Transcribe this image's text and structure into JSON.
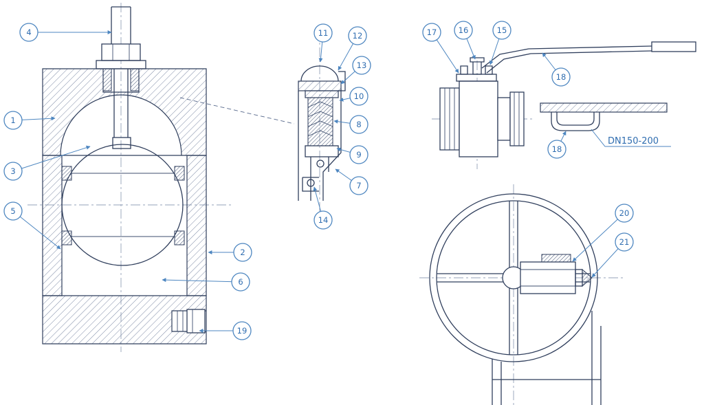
{
  "colors": {
    "line": "#2f3e5c",
    "hatch": "#5a6b8c",
    "centerline": "#93a1b8",
    "callout_stroke": "#4d86c0",
    "callout_text": "#2f6db0",
    "background": "#ffffff"
  },
  "callouts": {
    "c1": "1",
    "c2": "2",
    "c3": "3",
    "c4": "4",
    "c5": "5",
    "c6": "6",
    "c7": "7",
    "c8": "8",
    "c9": "9",
    "c10": "10",
    "c11": "11",
    "c12": "12",
    "c13": "13",
    "c14": "14",
    "c15": "15",
    "c16": "16",
    "c17": "17",
    "c18": "18",
    "c18b": "18",
    "c19": "19",
    "c20": "20",
    "c21": "21"
  },
  "labels": {
    "dn_size": "DN150-200"
  }
}
